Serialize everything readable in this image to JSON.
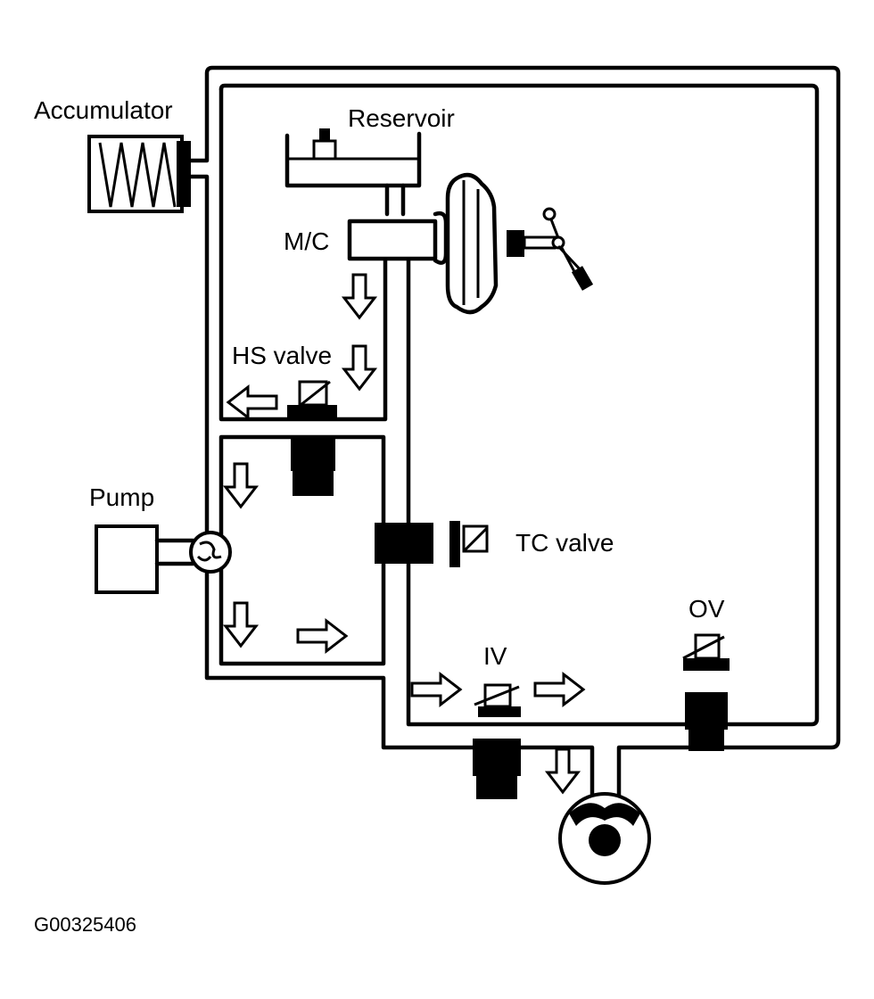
{
  "labels": {
    "accumulator": "Accumulator",
    "reservoir": "Reservoir",
    "mc": "M/C",
    "hs_valve": "HS valve",
    "pump": "Pump",
    "tc_valve": "TC valve",
    "ov": "OV",
    "iv": "IV",
    "figure_id": "G00325406"
  },
  "colors": {
    "line": "#000000",
    "background": "#ffffff"
  }
}
